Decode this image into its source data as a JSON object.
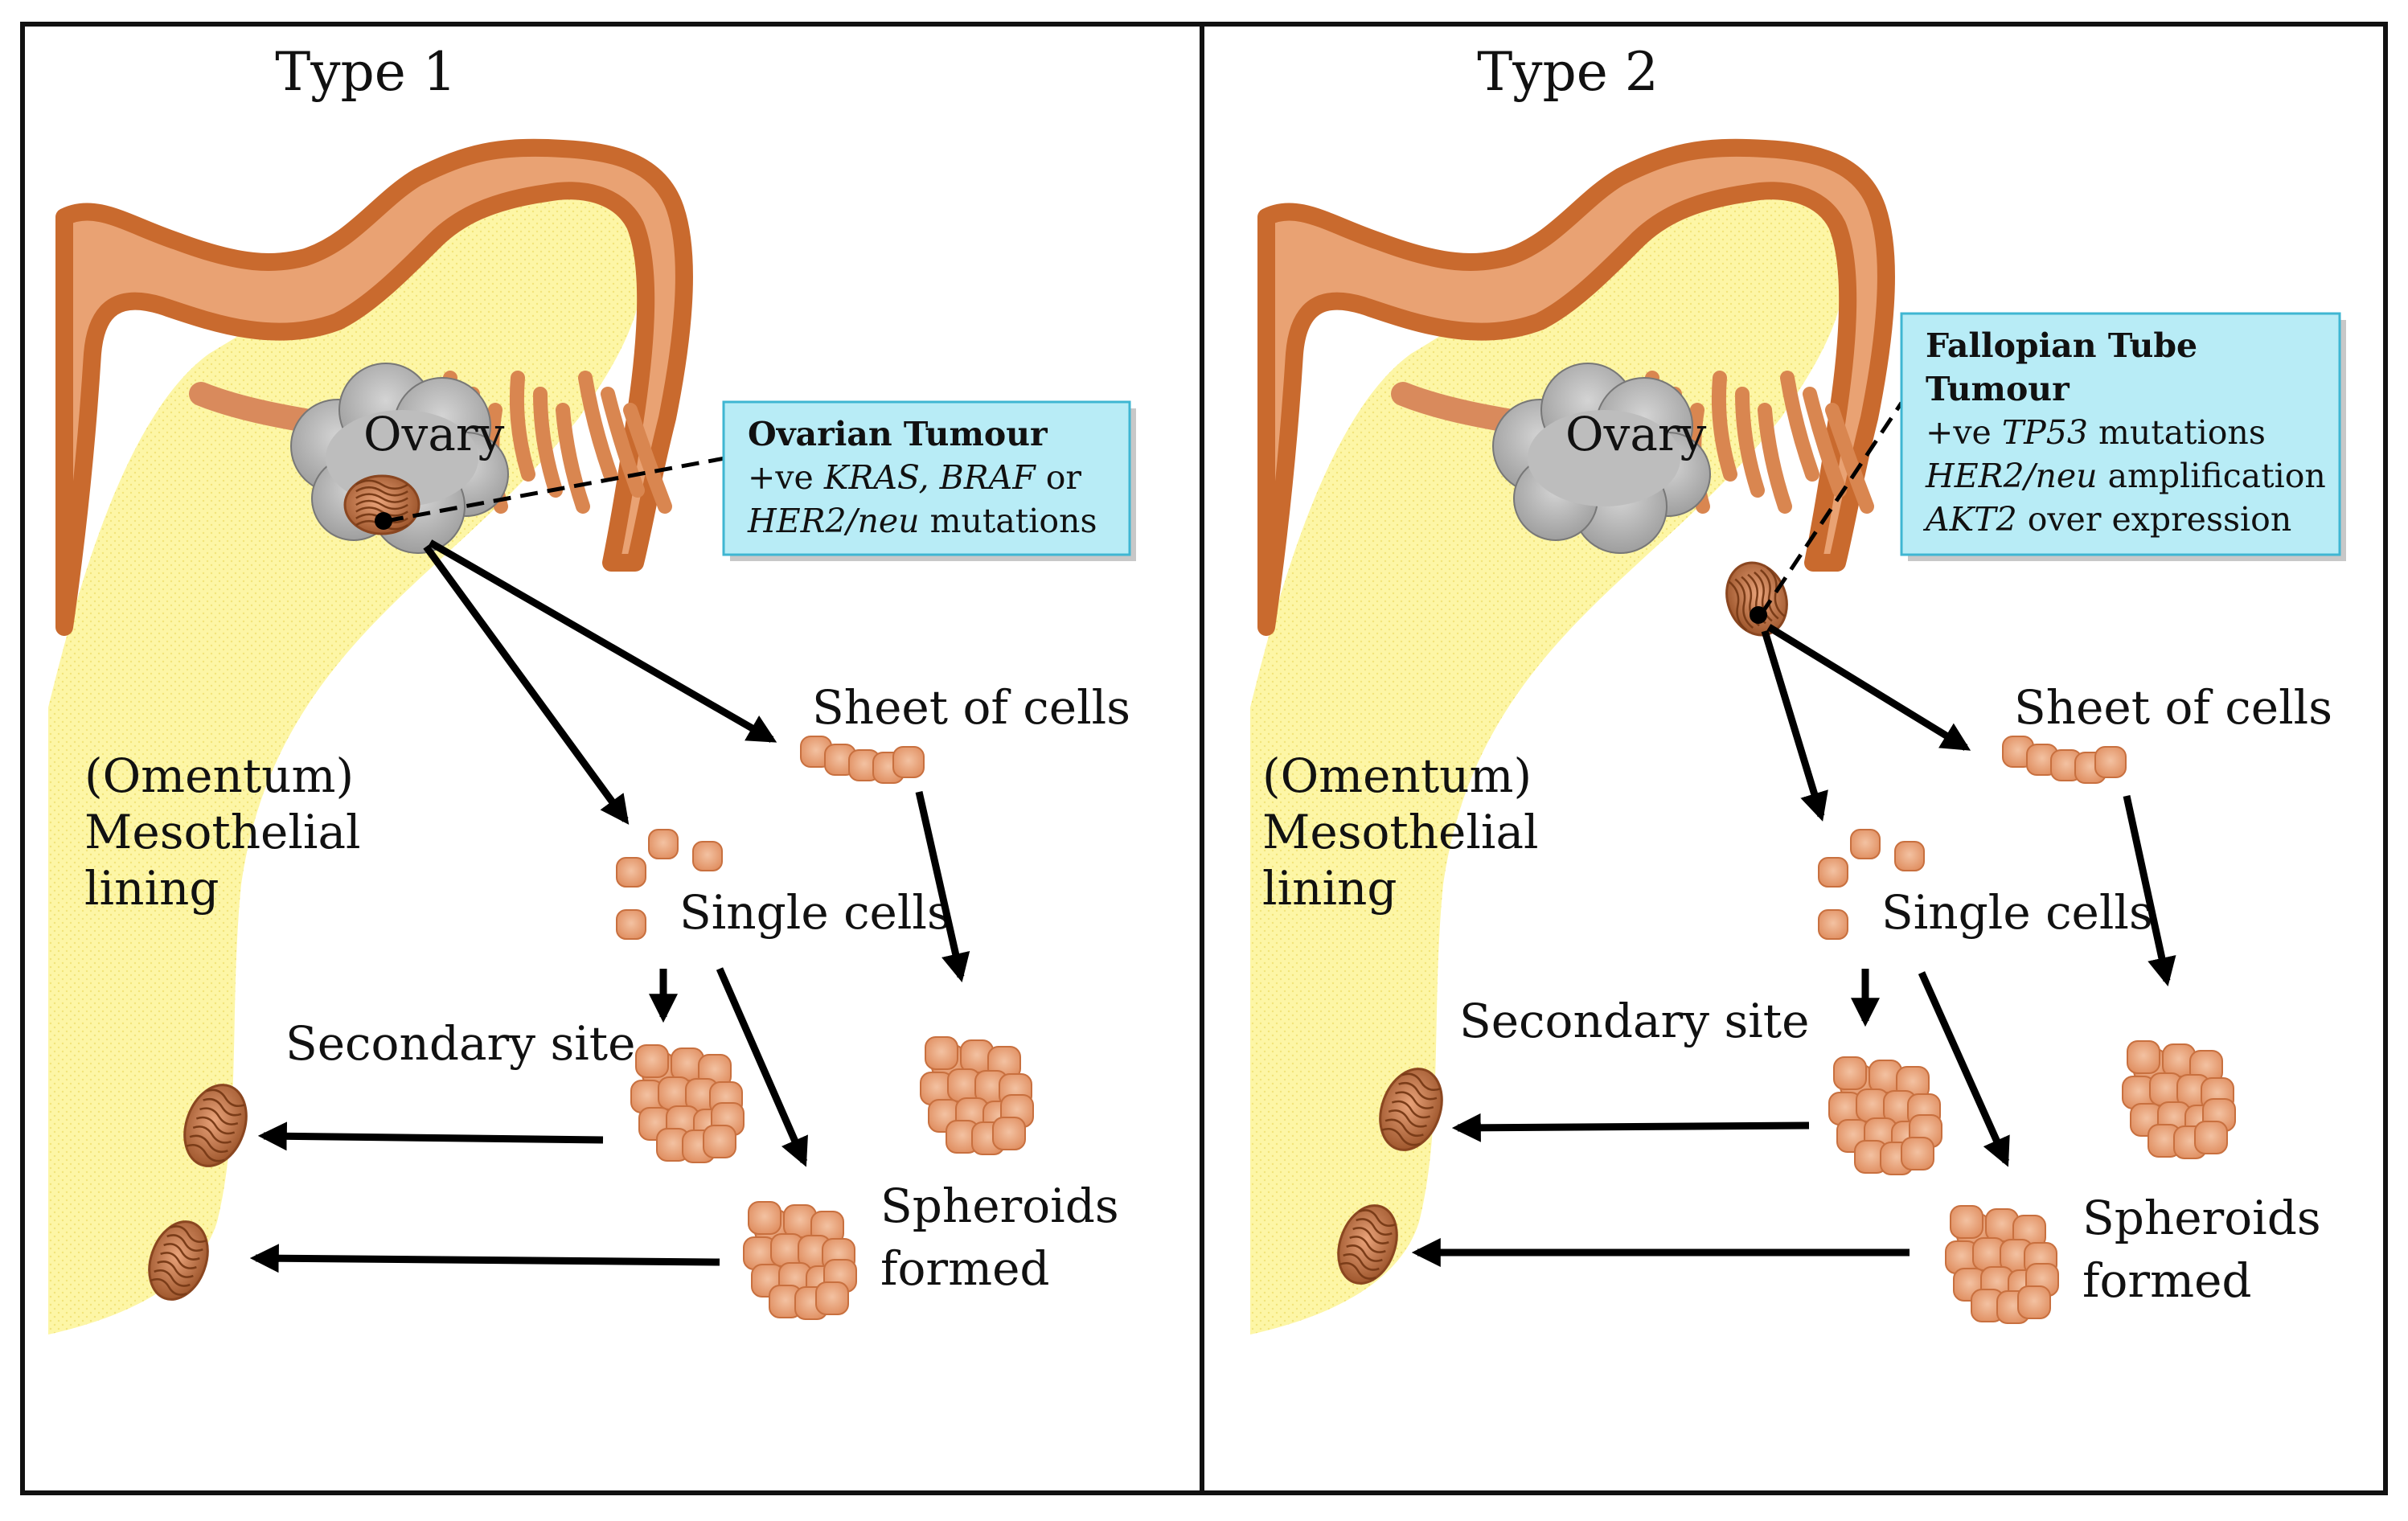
{
  "panels": [
    {
      "title": "Type 1",
      "ovary_label": "Ovary",
      "tumour_box": {
        "title_lines": [
          "Ovarian Tumour"
        ],
        "line1": {
          "prefix": "+ve ",
          "italic": "KRAS, BRAF",
          "suffix": " or"
        },
        "line2": {
          "prefix": "",
          "italic": "HER2/neu",
          "suffix": " mutations"
        },
        "line3": {
          "prefix": "",
          "italic": "",
          "suffix": ""
        }
      },
      "omentum": [
        "(Omentum)",
        "Mesothelial",
        "lining"
      ],
      "sheet_label": "Sheet of cells",
      "single_label": "Single cells",
      "secondary_label": "Secondary site",
      "spheroids_label": [
        "Spheroids",
        "formed"
      ]
    },
    {
      "title": "Type 2",
      "ovary_label": "Ovary",
      "tumour_box": {
        "title_lines": [
          "Fallopian Tube",
          "Tumour"
        ],
        "line1": {
          "prefix": "+ve ",
          "italic": "TP53",
          "suffix": " mutations"
        },
        "line2": {
          "prefix": "",
          "italic": "HER2/neu",
          "suffix": " amplification"
        },
        "line3": {
          "prefix": "",
          "italic": "AKT2",
          "suffix": " over expression"
        }
      },
      "omentum": [
        "(Omentum)",
        "Mesothelial",
        "lining"
      ],
      "sheet_label": "Sheet of cells",
      "single_label": "Single cells",
      "secondary_label": "Secondary site",
      "spheroids_label": [
        "Spheroids",
        "formed"
      ]
    }
  ],
  "colors": {
    "lining_fill": "#fdf6a6",
    "tube_outer": "#c96a2e",
    "tube_inner": "#e9a273",
    "cell": "#e8a07a",
    "cell_edge": "#c8703f",
    "box_fill": "#b8ecf6",
    "box_edge": "#3fb6d2",
    "ovary": "#b4b4b4"
  }
}
